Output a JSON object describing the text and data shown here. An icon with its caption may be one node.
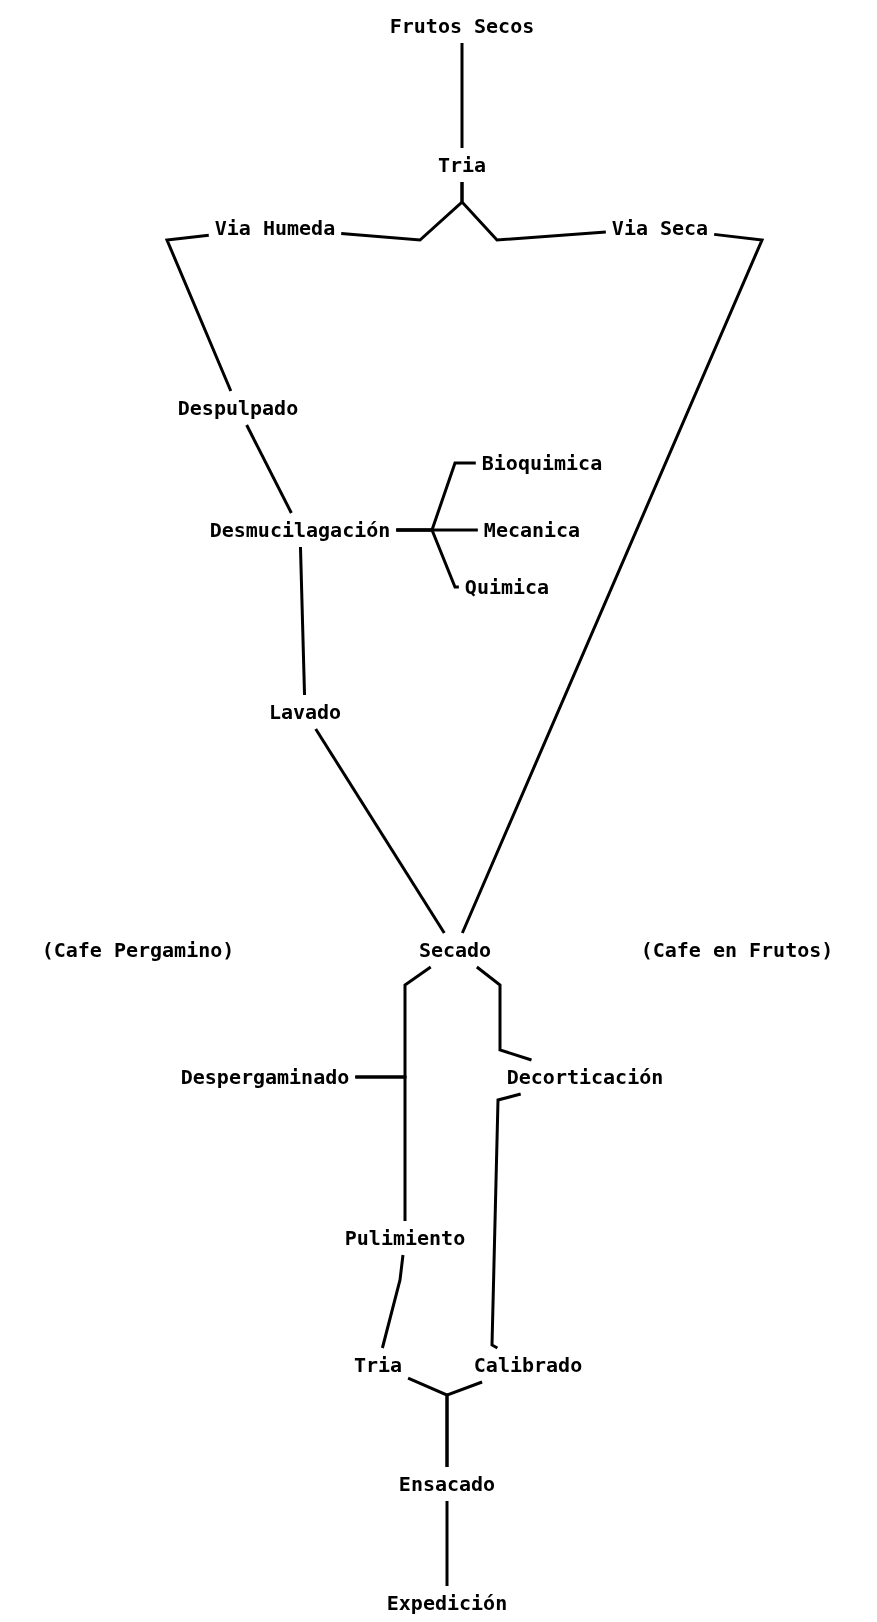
{
  "diagram": {
    "nodes": [
      {
        "text": [
          "Frutos Secos"
        ]
      },
      {
        "text": [
          "Tria"
        ]
      },
      {
        "text": [
          "Via Humeda"
        ]
      },
      {
        "text": [
          "Via Seca"
        ]
      },
      {
        "text": [
          "Despulpado"
        ]
      },
      {
        "text": [
          "Desmucilagación"
        ]
      },
      {
        "text": [
          "Bioquimica"
        ]
      },
      {
        "text": [
          "Mecanica"
        ]
      },
      {
        "text": [
          "Quimica"
        ]
      },
      {
        "text": [
          "Lavado"
        ]
      },
      {
        "text": [
          "Secado"
        ]
      },
      {
        "text": [
          "Despergaminado"
        ]
      },
      {
        "text": [
          "Decorticación"
        ]
      },
      {
        "text": [
          "Pulimiento"
        ]
      },
      {
        "text": [
          "Tria"
        ]
      },
      {
        "text": [
          "Calibrado"
        ]
      },
      {
        "text": [
          "Ensacado"
        ]
      },
      {
        "text": [
          "Expedición"
        ]
      }
    ],
    "edges": [
      {
        "from": 0,
        "to": 1,
        "arrow": "none"
      },
      {
        "from": 1,
        "to": 2,
        "arrow": "none"
      },
      {
        "from": 1,
        "to": 3,
        "arrow": "none"
      },
      {
        "from": 2,
        "to": 4,
        "arrow": "none"
      },
      {
        "from": 4,
        "to": 5,
        "arrow": "none"
      },
      {
        "from": 5,
        "to": 9,
        "arrow": "none"
      },
      {
        "from": 9,
        "to": 10,
        "arrow": "none"
      },
      {
        "from": 3,
        "to": 10,
        "arrow": "none"
      },
      {
        "from": 5,
        "to": 6,
        "arrow": "none"
      },
      {
        "from": 5,
        "to": 7,
        "arrow": "none"
      },
      {
        "from": 5,
        "to": 8,
        "arrow": "none"
      },
      {
        "from": 10,
        "to": 11,
        "arrow": "none"
      },
      {
        "from": 11,
        "to": 13,
        "arrow": "none"
      },
      {
        "from": 13,
        "to": 14,
        "arrow": "none"
      },
      {
        "from": 10,
        "to": 12,
        "arrow": "none"
      },
      {
        "from": 12,
        "to": 15,
        "arrow": "none"
      },
      {
        "from": 14,
        "to": 16,
        "arrow": "none"
      },
      {
        "from": 15,
        "to": 16,
        "arrow": "none"
      },
      {
        "from": 16,
        "to": 17,
        "arrow": "none"
      }
    ],
    "labels": [
      "(Cafe Pergamino)",
      "(Cafe en Frutos)"
    ]
  }
}
